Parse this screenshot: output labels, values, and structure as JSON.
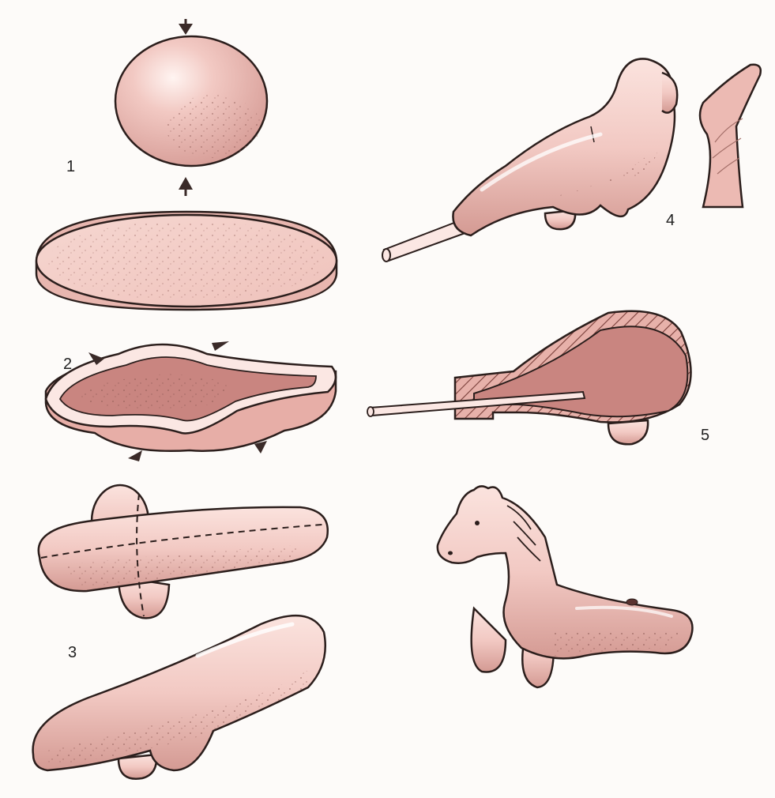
{
  "steps": [
    {
      "number": "1",
      "subject": "clay-ball-and-flattened-disc"
    },
    {
      "number": "2",
      "subject": "pinched-hollow-shape"
    },
    {
      "number": "3",
      "subject": "rolled-body-blanks"
    },
    {
      "number": "4",
      "subject": "bird-whistle-with-stick"
    },
    {
      "number": "5",
      "subject": "whistle-cross-section"
    }
  ],
  "palette": {
    "clay": "#f2c9c3",
    "clay_light": "#fae2dd",
    "clay_dark": "#cf8e88",
    "cavity": "#c98580",
    "outline": "#2b1e1c",
    "paper": "#fdfbf9"
  }
}
